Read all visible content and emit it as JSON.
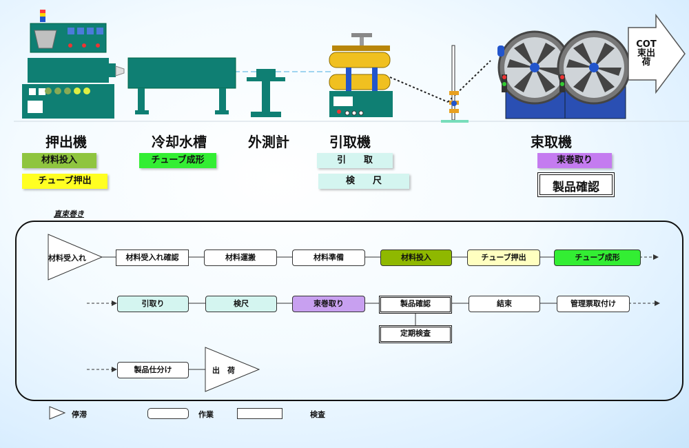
{
  "machines": {
    "extruder": {
      "label": "押出機"
    },
    "cooling": {
      "label": "冷却水槽"
    },
    "gauge": {
      "label": "外測計"
    },
    "puller": {
      "label": "引取機"
    },
    "coiler": {
      "label": "束取機"
    }
  },
  "shipping_arrow": {
    "line1": "COT",
    "line2": "束出",
    "line3": "荷"
  },
  "tags": {
    "material_input": "材料投入",
    "tube_extrude": "チューブ押出",
    "tube_forming": "チューブ成形",
    "pull": "引　　取",
    "measure": "検　　尺",
    "coil_winding": "束巻取り",
    "product_check": "製品確認"
  },
  "flow_section_title": "直束巻き",
  "flow": {
    "row1": {
      "receive": "材料受入れ",
      "receive_check": "材料受入れ確認",
      "transport": "材料運搬",
      "prepare": "材料準備",
      "input": "材料投入",
      "extrude": "チューブ押出",
      "forming": "チューブ成形"
    },
    "row2": {
      "pull": "引取り",
      "measure": "検尺",
      "winding": "束巻取り",
      "check": "製品確認",
      "bind": "結束",
      "ticket": "管理票取付け",
      "periodic": "定期検査"
    },
    "row3": {
      "sort": "製品仕分け",
      "ship": "出　荷"
    }
  },
  "legend": {
    "stagnation": "停滞",
    "work": "作業",
    "inspection": "検査"
  },
  "colors": {
    "material_input": "#8fc53f",
    "tube_extrude": "#ffff22",
    "tube_forming": "#33ee33",
    "pull": "#d4f5f0",
    "coil_winding": "#c47bf0",
    "extrude_box": "#ffffc0",
    "machine_teal": "#0f7f73",
    "coiler_blue": "#2a4fb3"
  }
}
